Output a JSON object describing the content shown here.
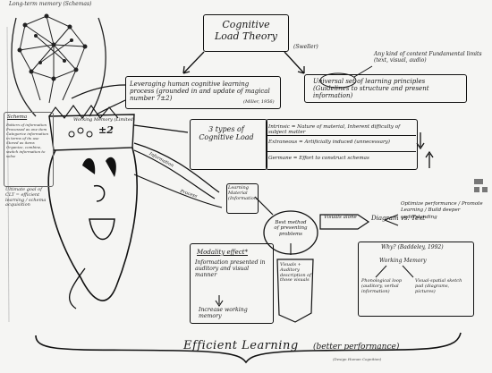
{
  "long_term_memory": "Long-term memory (Schemas)",
  "title": "Cognitive Load Theory",
  "title_author": "(Sweller)",
  "content_note": "Any kind of content Fundamental limits (text, visual, audio)",
  "leveraging": "Leveraging human cognitive learning process (grounded in and update of magical number 7±2)",
  "miller": "(Miller, 1956)",
  "universal": "Universal set of learning principles (Guidelines to structure and present information)",
  "working_memory_label": "Working Memory (Limited)",
  "working_memory_capacity": "±2",
  "types_heading": "3 types of Cognitive Load",
  "load_intrinsic": "Intrinsic = Nature of material, Inherent difficulty of subject matter",
  "load_extraneous": "Extraneous = Artificially induced (unnecessary)",
  "load_germane": "Germane = Effort to construct schemas",
  "information_arrow": "Information",
  "process_arrow": "Process",
  "schema_note_title": "Schema",
  "schema_note_items": [
    "Pattern of information",
    "Processed as one item",
    "Categorize information in terms of its use",
    "Stored as items",
    "Organize, combine, switch information to solve"
  ],
  "ultimate_goal": "Ultimate goal of CLT = efficient learning / schema acquisition",
  "learning_material": "Learning Material (Information)",
  "best_method": "Best method of presenting problems",
  "visuals_alone": "Visuals alone",
  "diagram_vs_text": "Diagram vs. Text",
  "optimize_list": "Optimize performance / Promote Learning / Build deeper understanding",
  "modality_title": "Modality effect*",
  "modality_body": "Information presented in auditory and visual manner",
  "increase_wm": "Increase working memory",
  "visuals_auditory": "Visuals + Auditory description of those visuals",
  "why_title": "Why? (Baddeley, 1992)",
  "working_memory_small": "Working Memory",
  "phonological": "Phonological loop (auditory, verbal information)",
  "visuospatial": "Visual-spatial sketch pad (diagrams, pictures)",
  "efficient_learning": "Efficient Learning",
  "better_performance": "(better performance)",
  "bottom_note": "(Design Human Cognition)",
  "colors": {
    "ink": "#1a1a1a",
    "paper": "#f5f5f3",
    "accent": "#2b2b2b"
  }
}
